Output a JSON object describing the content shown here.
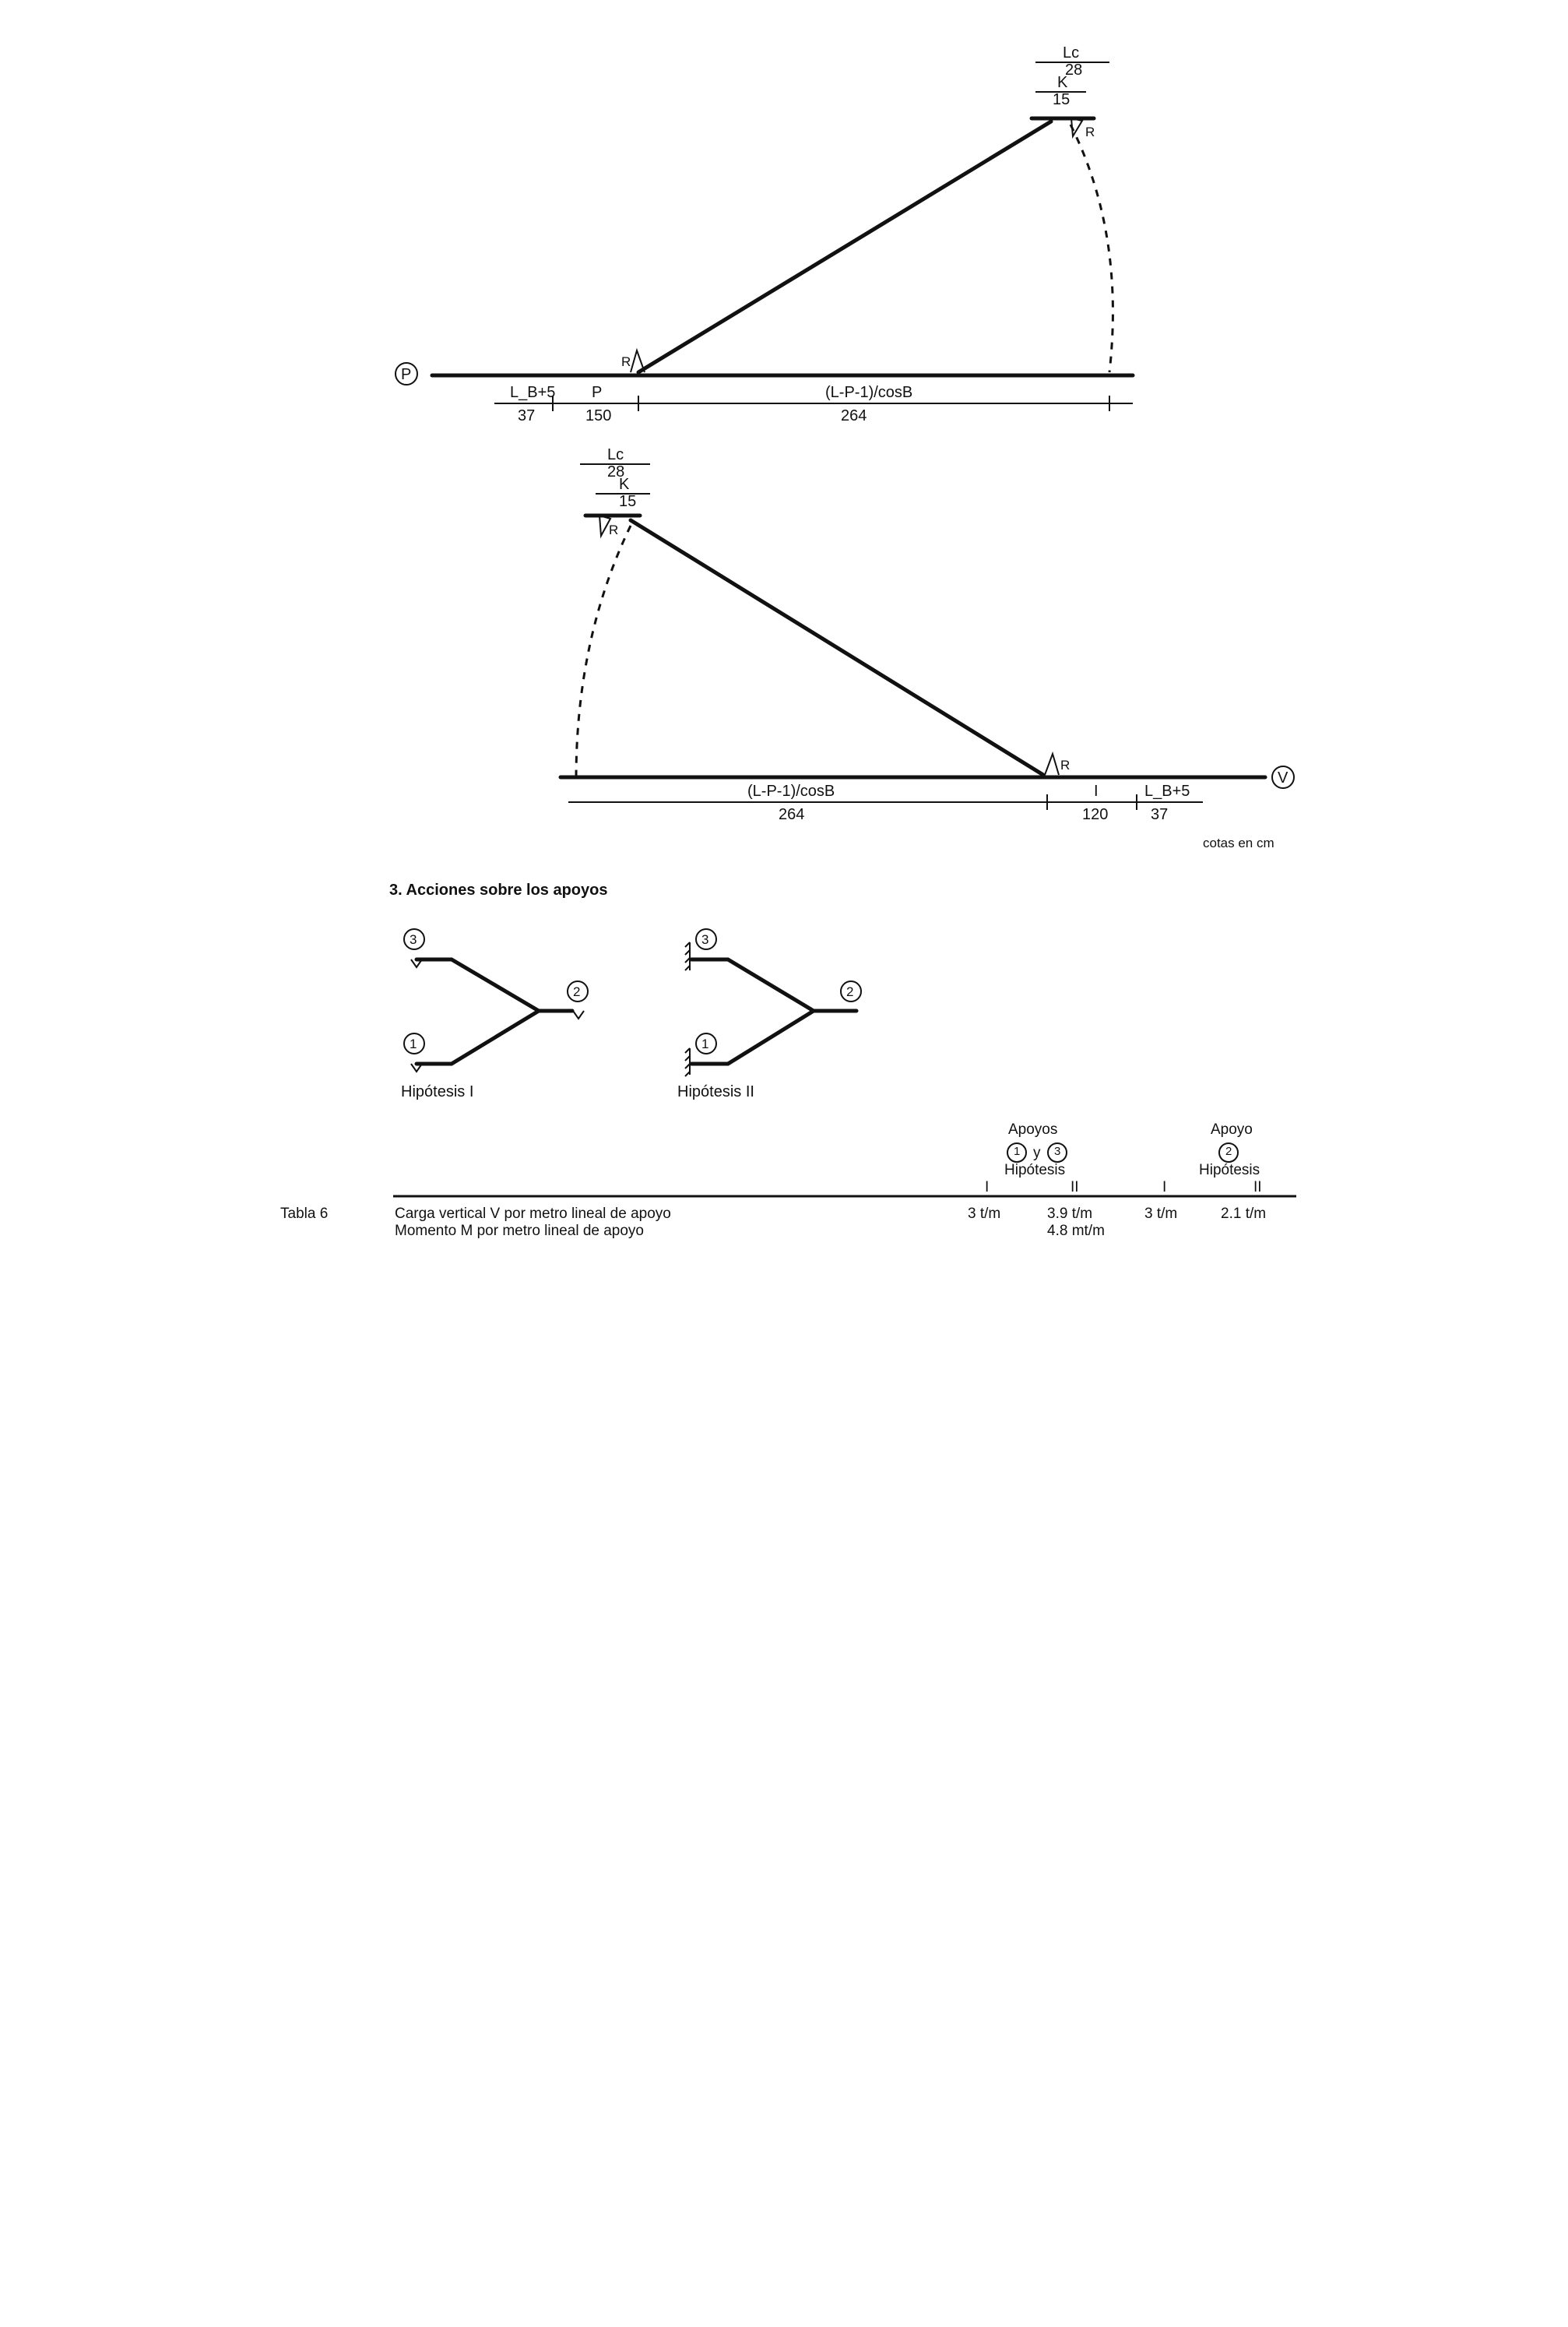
{
  "diagram_top": {
    "node_label": "P",
    "dims_top": [
      {
        "name": "Lc",
        "value": "28"
      },
      {
        "name": "K",
        "value": "15"
      }
    ],
    "support_labels": [
      "R",
      "R"
    ],
    "dims_bottom": [
      {
        "name": "L_B+5",
        "value": "37"
      },
      {
        "name": "P",
        "value": "150"
      },
      {
        "name": "(L-P-1)/cosB",
        "value": "264"
      }
    ]
  },
  "diagram_bottom": {
    "node_label": "V",
    "dims_top": [
      {
        "name": "Lc",
        "value": "28"
      },
      {
        "name": "K",
        "value": "15"
      }
    ],
    "support_labels": [
      "R",
      "R"
    ],
    "dims_bottom": [
      {
        "name": "(L-P-1)/cosB",
        "value": "264"
      },
      {
        "name": "I",
        "value": "120"
      },
      {
        "name": "L_B+5",
        "value": "37"
      }
    ],
    "units_note": "cotas en cm"
  },
  "section": {
    "number": "3.",
    "title": "Acciones sobre los apoyos"
  },
  "hypotheses": [
    {
      "label": "Hipótesis I",
      "nodes": [
        "3",
        "1",
        "2"
      ]
    },
    {
      "label": "Hipótesis II",
      "nodes": [
        "3",
        "1",
        "2"
      ]
    }
  ],
  "table": {
    "label": "Tabla 6",
    "group_headers": [
      {
        "title": "Apoyos",
        "nodes": [
          "1",
          "3"
        ],
        "connector": "y",
        "sub": "Hipótesis",
        "cases": [
          "I",
          "II"
        ]
      },
      {
        "title": "Apoyo",
        "nodes": [
          "2"
        ],
        "connector": "",
        "sub": "Hipótesis",
        "cases": [
          "I",
          "II"
        ]
      }
    ],
    "rows": [
      {
        "label": "Carga vertical V por metro lineal de apoyo",
        "values": [
          "3 t/m",
          "3.9 t/m",
          "3 t/m",
          "2.1 t/m"
        ]
      },
      {
        "label": "Momento M por metro lineal de apoyo",
        "values": [
          "",
          "4.8 mt/m",
          "",
          ""
        ]
      }
    ]
  }
}
